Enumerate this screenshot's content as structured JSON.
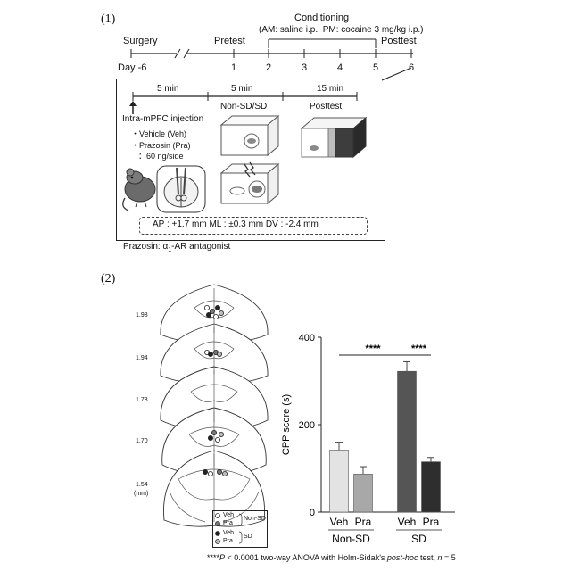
{
  "panel1": {
    "label": "(1)",
    "timeline": {
      "conditioning_title": "Conditioning",
      "conditioning_detail": "(AM: saline i.p., PM: cocaine 3 mg/kg i.p.)",
      "surgery": "Surgery",
      "pretest": "Pretest",
      "posttest": "Posttest",
      "day_prefix": "Day -6",
      "days": [
        "1",
        "2",
        "3",
        "4",
        "5",
        "6"
      ]
    },
    "detail": {
      "seg1": "5 min",
      "seg2": "5 min",
      "seg3": "15 min",
      "injection_title": "Intra-mPFC injection",
      "vehicle": "・Vehicle (Veh)",
      "prazosin": "・Prazosin (Pra)",
      "dose": "：60 ng/side",
      "nonsd_sd": "Non-SD/SD",
      "posttest": "Posttest",
      "coordinates": "AP : +1.7 mm   ML : ±0.3 mm   DV : -2.4 mm"
    },
    "footnote_prefix": "Prazosin: α",
    "footnote_sub": "1",
    "footnote_suffix": "-AR antagonist"
  },
  "panel2": {
    "label": "(2)",
    "sections": [
      "1.98",
      "1.94",
      "1.78",
      "1.70",
      "1.54"
    ],
    "unit": "(mm)",
    "legend": {
      "veh": "Veh",
      "pra": "Pra",
      "nonsd": "Non-SD",
      "sd": "SD"
    },
    "footnote_stars": "****",
    "footnote_p": "P",
    "footnote_mid": " < 0.0001 two-way ANOVA with Holm-Sidak's ",
    "footnote_posthoc": "post-hoc",
    "footnote_tail": " test, ",
    "footnote_n": "n",
    "footnote_end": " = 5"
  },
  "chart_data": {
    "type": "bar",
    "ylabel": "CPP score (s)",
    "ylim": [
      0,
      400
    ],
    "yticks": [
      0,
      200,
      400
    ],
    "categories": [
      "Veh",
      "Pra",
      "Veh",
      "Pra"
    ],
    "groups": [
      "Non-SD",
      "SD"
    ],
    "values": [
      142,
      87,
      322,
      115
    ],
    "errors": [
      18,
      17,
      22,
      10
    ],
    "colors": [
      "#e3e3e3",
      "#a8a8a8",
      "#555555",
      "#2e2e2e"
    ],
    "significance": [
      {
        "from": 0,
        "to": 2,
        "label": "****"
      },
      {
        "from": 2,
        "to": 3,
        "label": "****"
      }
    ]
  }
}
